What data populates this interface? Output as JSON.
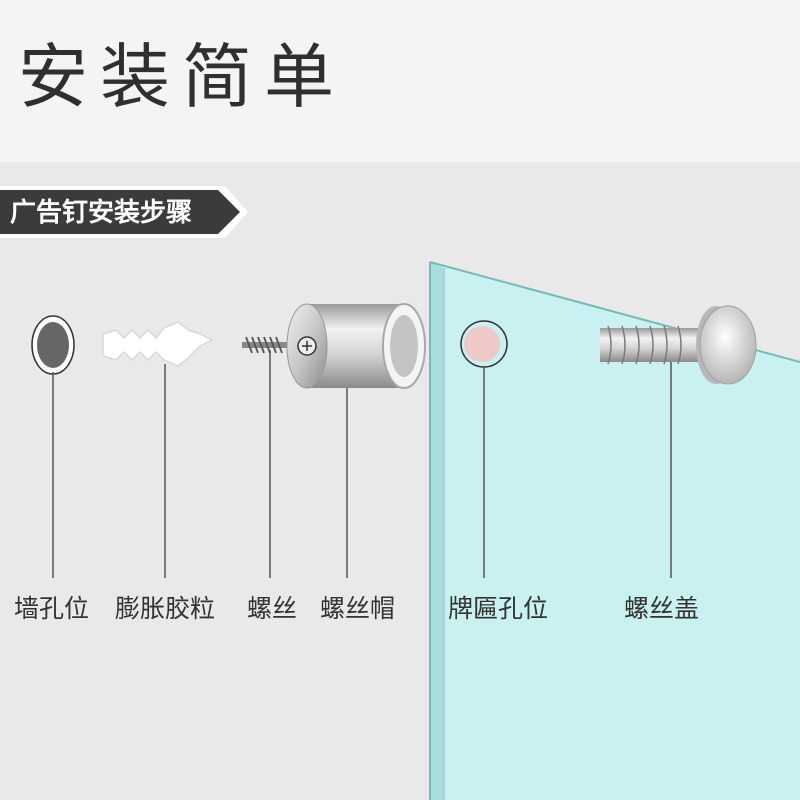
{
  "title": "安装简单",
  "step_banner": "广告钉安装步骤",
  "parts": {
    "wall_hole": "墙孔位",
    "anchor": "膨胀胶粒",
    "screw": "螺丝",
    "screw_cap": "螺丝帽",
    "sign_hole": "牌匾孔位",
    "screw_cover": "螺丝盖"
  },
  "colors": {
    "panel": "#c9f1f1",
    "panel_edge": "#7ab8b8",
    "wall_hole": "#666666",
    "sign_hole": "#f1c8c8",
    "banner": "#3b3b3b"
  }
}
